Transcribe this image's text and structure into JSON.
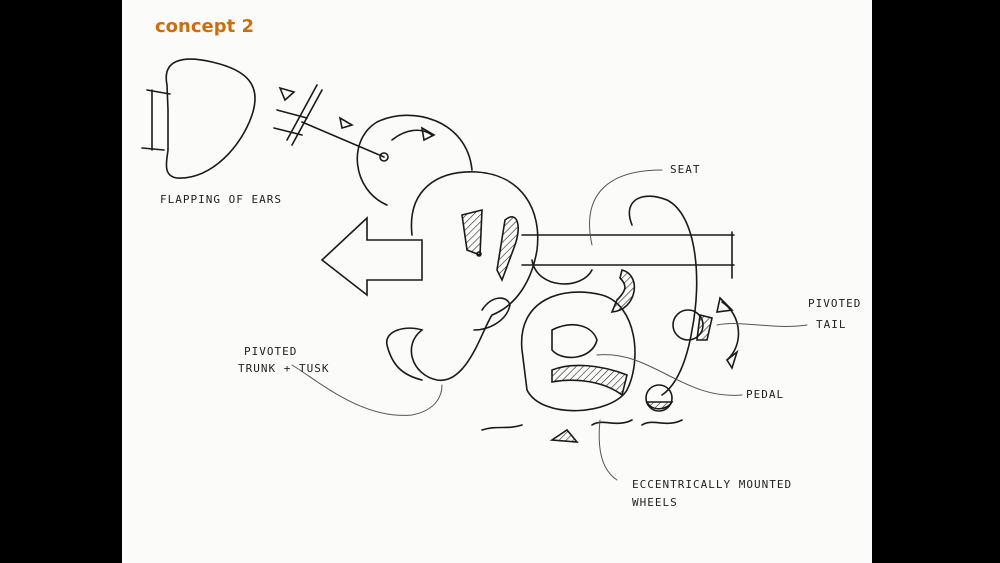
{
  "slide": {
    "title": "concept 2",
    "labels": {
      "ears": "FLAPPING OF EARS",
      "seat": "SEAT",
      "tail_1": "PIVOTED",
      "tail_2": "TAIL",
      "trunk_1": "PIVOTED",
      "trunk_2": "TRUNK + TUSK",
      "pedal": "PEDAL",
      "wheels_1": "ECCENTRICALLY MOUNTED",
      "wheels_2": "WHEELS"
    }
  }
}
